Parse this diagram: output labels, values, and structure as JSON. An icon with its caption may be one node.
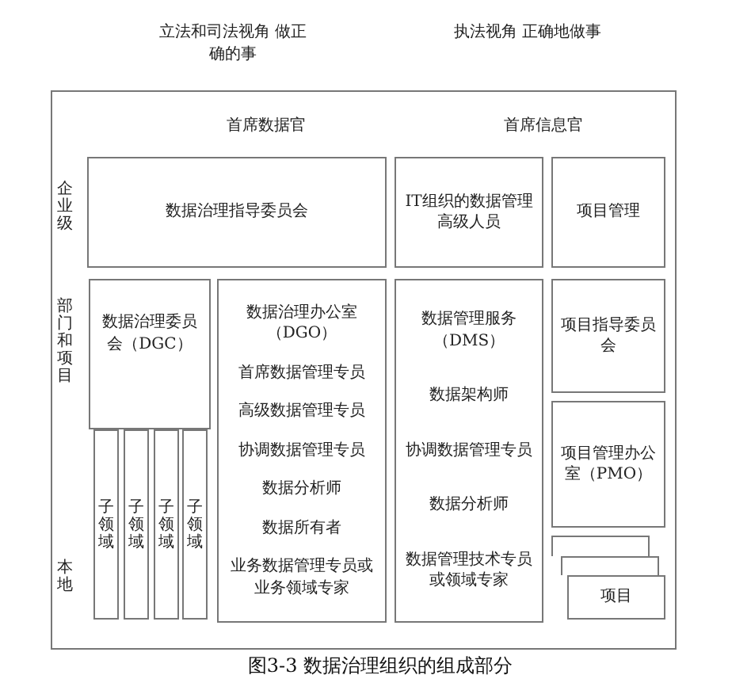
{
  "diagram": {
    "caption": "图3-3 数据治理组织的组成部分",
    "nodes": [
      {
        "text": [
          "首席数据官",
          "首席信息官",
          "企业级",
          "部门和项目",
          "本地"
        ]
      },
      {
        "text": [
          "数据治理指导委员会"
        ],
        "in": 0
      },
      {
        "text": [
          "IT组织的数据管理高级人员"
        ],
        "in": 0
      },
      {
        "text": [
          "项目管理"
        ],
        "in": 0
      },
      {
        "text": [
          "数据治理委员会（DGC）"
        ],
        "in": 0
      },
      {
        "text": [
          "子领域"
        ],
        "in": 0
      },
      {
        "text": [
          "子领域"
        ],
        "in": 0
      },
      {
        "text": [
          "子领域"
        ],
        "in": 0
      },
      {
        "text": [
          "子领域"
        ],
        "in": 0
      },
      {
        "text": [
          "数据治理办公室（DGO）",
          "首席数据管理专员",
          "高级数据管理专员",
          "协调数据管理专员",
          "数据分析师",
          "数据所有者",
          "业务数据管理专员或业务领域专家"
        ],
        "in": 0
      },
      {
        "text": [
          "数据管理服务（DMS）",
          "数据架构师",
          "协调数据管理专员",
          "数据分析师",
          "数据管理技术专员或领域专家"
        ],
        "in": 0
      },
      {
        "text": [
          "项目指导委员会"
        ],
        "in": 0
      },
      {
        "text": [
          "项目管理办公室（PMO）"
        ],
        "in": 0
      },
      {
        "text": [],
        "shape": "box",
        "in": 0
      },
      {
        "text": [],
        "shape": "box",
        "in": 0
      },
      {
        "text": [
          "项目"
        ],
        "in": 0
      }
    ],
    "labels": [
      "立法和司法视角 做正确的事",
      "执法视角 正确地做事"
    ]
  }
}
